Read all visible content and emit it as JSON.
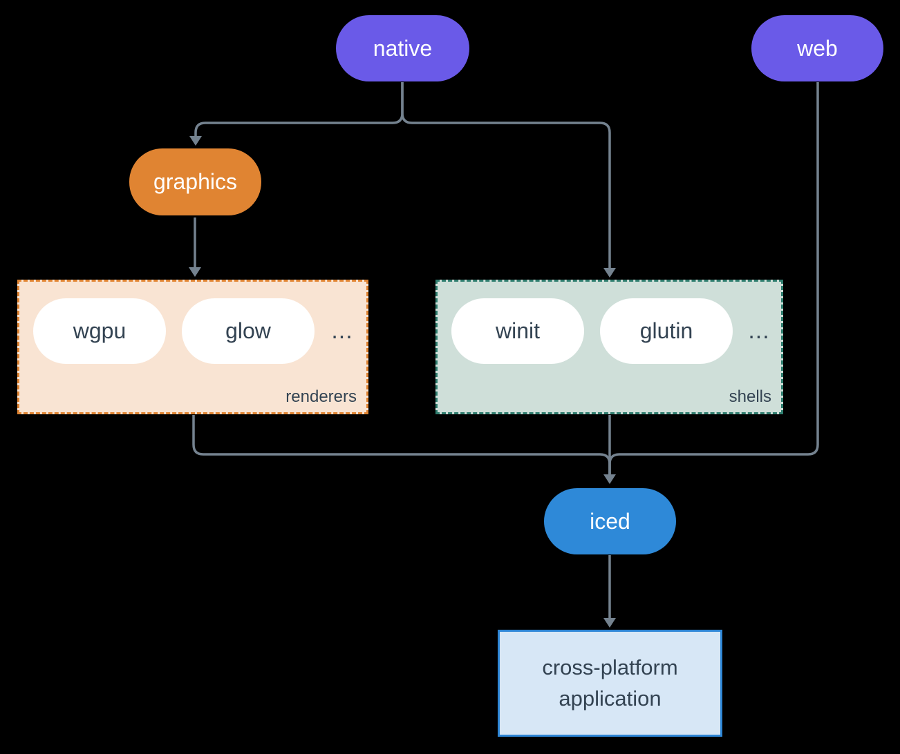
{
  "colors": {
    "background": "#000000",
    "purple": "#6A5AE8",
    "orange": "#E08432",
    "peach": "#F9E4D3",
    "sage": "#CFDFD9",
    "teal": "#2E7D6E",
    "blue": "#2E89D8",
    "app-fill": "#D7E7F6",
    "app-border": "#2E86D6",
    "dark": "#334352",
    "line": "#74828F",
    "white": "#FFFFFF"
  },
  "nodes": {
    "native": {
      "label": "native"
    },
    "web": {
      "label": "web"
    },
    "graphics": {
      "label": "graphics"
    },
    "iced": {
      "label": "iced"
    },
    "app": {
      "line1": "cross-platform",
      "line2": "application"
    }
  },
  "groups": {
    "renderers": {
      "label": "renderers",
      "items": [
        {
          "label": "wgpu"
        },
        {
          "label": "glow"
        }
      ],
      "more": "..."
    },
    "shells": {
      "label": "shells",
      "items": [
        {
          "label": "winit"
        },
        {
          "label": "glutin"
        }
      ],
      "more": "..."
    }
  }
}
